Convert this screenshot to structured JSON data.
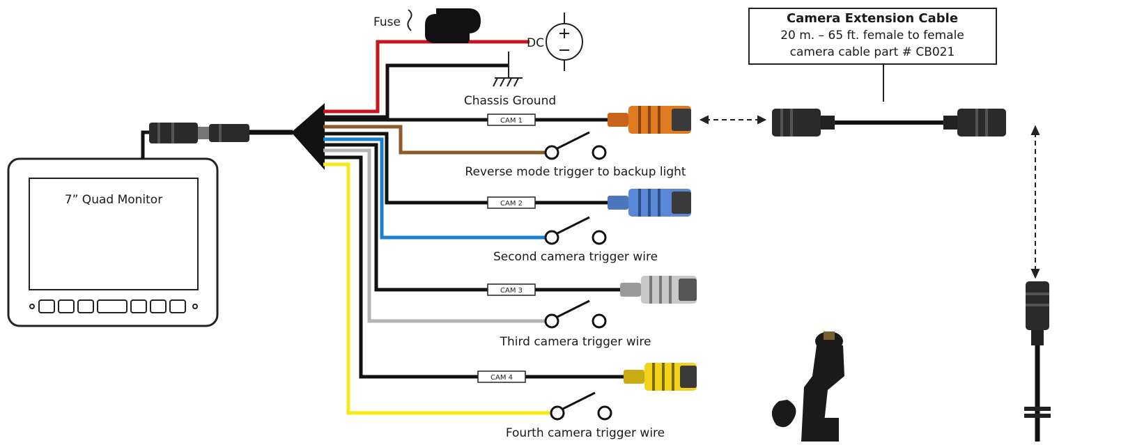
{
  "monitor": {
    "label": "7” Quad Monitor"
  },
  "power": {
    "fuse_label": "Fuse",
    "dc_label": "DC",
    "ground_label": "Chassis Ground"
  },
  "cameras": [
    {
      "tag": "CAM 1",
      "color": "#e07a1f"
    },
    {
      "tag": "CAM 2",
      "color": "#5b88d6"
    },
    {
      "tag": "CAM 3",
      "color": "#c8c8c8"
    },
    {
      "tag": "CAM 4",
      "color": "#f2d21b"
    }
  ],
  "triggers": [
    {
      "label": "Reverse mode trigger to backup light",
      "wire_color": "#8a5a2b"
    },
    {
      "label": "Second camera trigger wire",
      "wire_color": "#1a7fd0"
    },
    {
      "label": "Third camera trigger wire",
      "wire_color": "#b4b4b4"
    },
    {
      "label": "Fourth camera trigger wire",
      "wire_color": "#f5ea16"
    }
  ],
  "extension_cable": {
    "title": "Camera Extension Cable",
    "line1": "20 m. – 65 ft. female to female",
    "line2": "camera cable part # CB021"
  },
  "colors": {
    "power_wire": "#c8141e",
    "ground_wire": "#111111"
  }
}
